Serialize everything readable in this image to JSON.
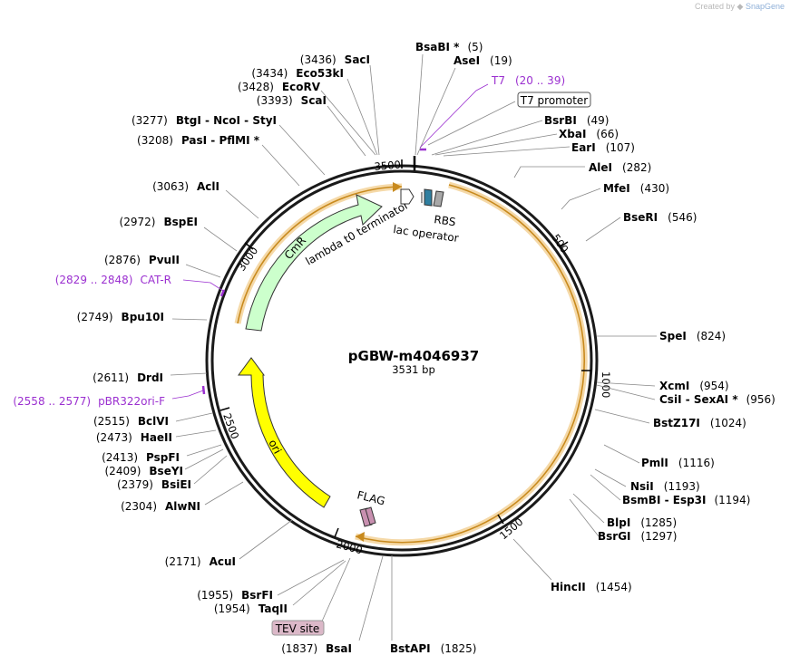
{
  "credit": {
    "prefix": "Created by",
    "brand": "SnapGene"
  },
  "plasmid": {
    "name": "pGBW-m4046937",
    "size_label": "3531 bp"
  },
  "ticks": [
    {
      "label": "500"
    },
    {
      "label": "1000"
    },
    {
      "label": "1500"
    },
    {
      "label": "2000"
    },
    {
      "label": "2500"
    },
    {
      "label": "3000"
    },
    {
      "label": "3500"
    }
  ],
  "enzymes_right": [
    {
      "name": "BsaBI *",
      "pos": "(5)"
    },
    {
      "name": "AseI",
      "pos": "(19)"
    },
    {
      "name": "BsrBI",
      "pos": "(49)"
    },
    {
      "name": "XbaI",
      "pos": "(66)"
    },
    {
      "name": "EarI",
      "pos": "(107)"
    },
    {
      "name": "AleI",
      "pos": "(282)"
    },
    {
      "name": "MfeI",
      "pos": "(430)"
    },
    {
      "name": "BseRI",
      "pos": "(546)"
    },
    {
      "name": "SpeI",
      "pos": "(824)"
    },
    {
      "name": "XcmI",
      "pos": "(954)"
    },
    {
      "name": "CsiI  -  SexAI *",
      "pos": "(956)"
    },
    {
      "name": "BstZ17I",
      "pos": "(1024)"
    },
    {
      "name": "PmlI",
      "pos": "(1116)"
    },
    {
      "name": "NsiI",
      "pos": "(1193)"
    },
    {
      "name": "BsmBI  -  Esp3I",
      "pos": "(1194)"
    },
    {
      "name": "BlpI",
      "pos": "(1285)"
    },
    {
      "name": "BsrGI",
      "pos": "(1297)"
    },
    {
      "name": "HincII",
      "pos": "(1454)"
    },
    {
      "name": "BstAPI",
      "pos": "(1825)"
    }
  ],
  "enzymes_left": [
    {
      "name": "SacI",
      "pos": "(3436)"
    },
    {
      "name": "Eco53kI",
      "pos": "(3434)"
    },
    {
      "name": "EcoRV",
      "pos": "(3428)"
    },
    {
      "name": "ScaI",
      "pos": "(3393)"
    },
    {
      "name": "BtgI  -  NcoI  -  StyI",
      "pos": "(3277)"
    },
    {
      "name": "PasI  -  PflMI *",
      "pos": "(3208)"
    },
    {
      "name": "AclI",
      "pos": "(3063)"
    },
    {
      "name": "BspEI",
      "pos": "(2972)"
    },
    {
      "name": "PvuII",
      "pos": "(2876)"
    },
    {
      "name": "Bpu10I",
      "pos": "(2749)"
    },
    {
      "name": "DrdI",
      "pos": "(2611)"
    },
    {
      "name": "BclVI",
      "pos": "(2515)"
    },
    {
      "name": "HaeII",
      "pos": "(2473)"
    },
    {
      "name": "PspFI",
      "pos": "(2413)"
    },
    {
      "name": "BseYI",
      "pos": "(2409)"
    },
    {
      "name": "BsiEI",
      "pos": "(2379)"
    },
    {
      "name": "AlwNI",
      "pos": "(2304)"
    },
    {
      "name": "AcuI",
      "pos": "(2171)"
    },
    {
      "name": "BsrFI",
      "pos": "(1955)"
    },
    {
      "name": "TaqII",
      "pos": "(1954)"
    },
    {
      "name": "BsaI",
      "pos": "(1837)"
    }
  ],
  "primers": [
    {
      "name": "T7",
      "range": "(20 .. 39)"
    },
    {
      "name": "CAT-R",
      "range": "(2829 .. 2848)"
    },
    {
      "name": "pBR322ori-F",
      "range": "(2558 .. 2577)"
    }
  ],
  "boxed_features": [
    {
      "label": "T7 promoter"
    },
    {
      "label": "TEV site"
    }
  ],
  "features": {
    "cmr": "CmR",
    "lambda": "lambda t0 terminator",
    "rbs": "RBS",
    "lac": "lac operator",
    "ori": "ori",
    "flag": "FLAG"
  },
  "colors": {
    "backbone": "#1a1a1a",
    "orf_highlight": "#f5d9a8",
    "orf_arrow": "#c88a1e",
    "cmr_fill": "#ccffcc",
    "ori_fill": "#ffff00",
    "primer": "#9b30d0",
    "rbs_fill": "#2f7fa0",
    "lac_fill": "#a8a8a8",
    "flag_fill": "#c890b0",
    "tev_fill": "#dbb8c8"
  }
}
